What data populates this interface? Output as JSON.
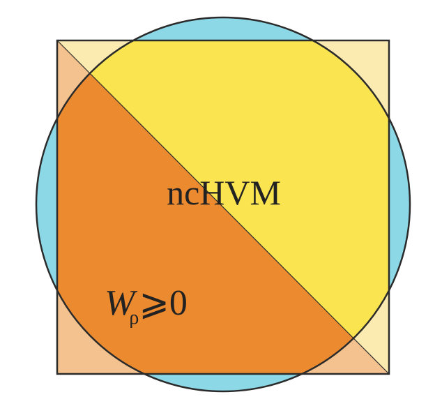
{
  "diagram": {
    "labels": {
      "nchvm": "ncHVM",
      "wigner_letter": "W",
      "wigner_subscript": "ρ",
      "wigner_relation": "⩾0"
    },
    "colors": {
      "circle_fill": "#8CD8E6",
      "upper_triangle_fill": "#FAE44F",
      "lower_triangle_fill": "#EC8A30",
      "upper_corner_fill": "#FCEBB0",
      "lower_corner_fill": "#F3C28E",
      "outline": "#2B2B2B"
    }
  }
}
